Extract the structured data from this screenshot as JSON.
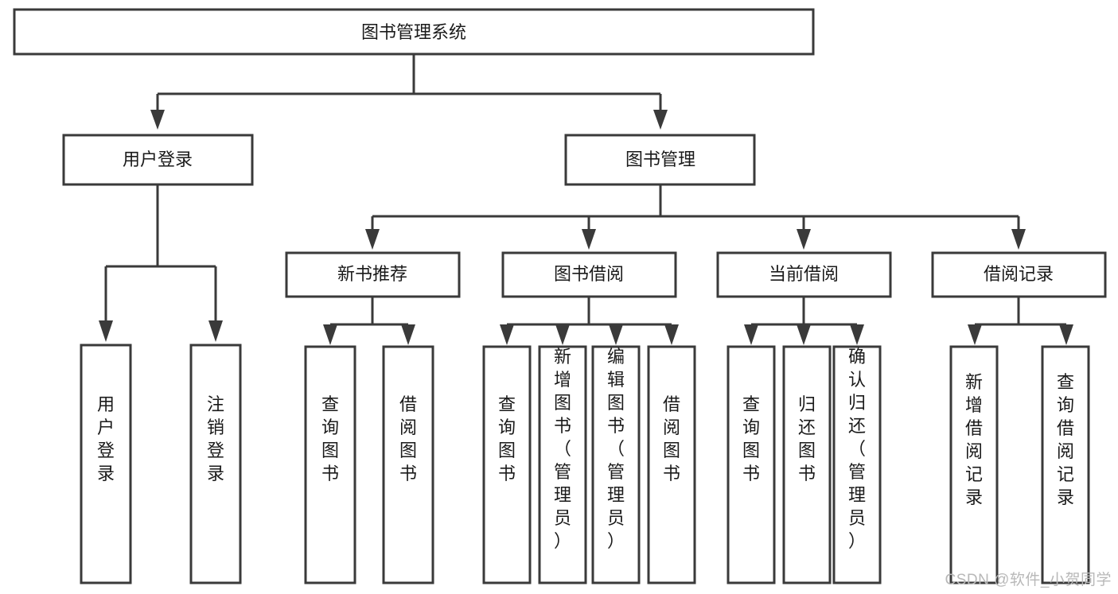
{
  "diagram": {
    "title": "图书管理系统",
    "type": "tree-hierarchy-diagram",
    "background_color": "#ffffff",
    "line_color": "#3a3a3a",
    "box_fill": "#ffffff",
    "text_color": "#1a1a1a",
    "root": {
      "label": "图书管理系统"
    },
    "level2": [
      {
        "label": "用户登录"
      },
      {
        "label": "图书管理"
      }
    ],
    "level3": [
      {
        "label": "新书推荐"
      },
      {
        "label": "图书借阅"
      },
      {
        "label": "当前借阅"
      },
      {
        "label": "借阅记录"
      }
    ],
    "leaves": {
      "user_login": [
        {
          "label": "用户登录"
        },
        {
          "label": "注销登录"
        }
      ],
      "new_book_recommend": [
        {
          "label": "查询图书"
        },
        {
          "label": "借阅图书"
        }
      ],
      "book_borrow": [
        {
          "label": "查询图书"
        },
        {
          "label": "新增图书（管理员）"
        },
        {
          "label": "编辑图书（管理员）"
        },
        {
          "label": "借阅图书"
        }
      ],
      "current_borrow": [
        {
          "label": "查询图书"
        },
        {
          "label": "归还图书"
        },
        {
          "label": "确认归还（管理员）"
        }
      ],
      "borrow_record": [
        {
          "label": "新增借阅记录"
        },
        {
          "label": "查询借阅记录"
        }
      ]
    }
  },
  "watermark": {
    "text": "CSDN @软件_小贺同学"
  }
}
